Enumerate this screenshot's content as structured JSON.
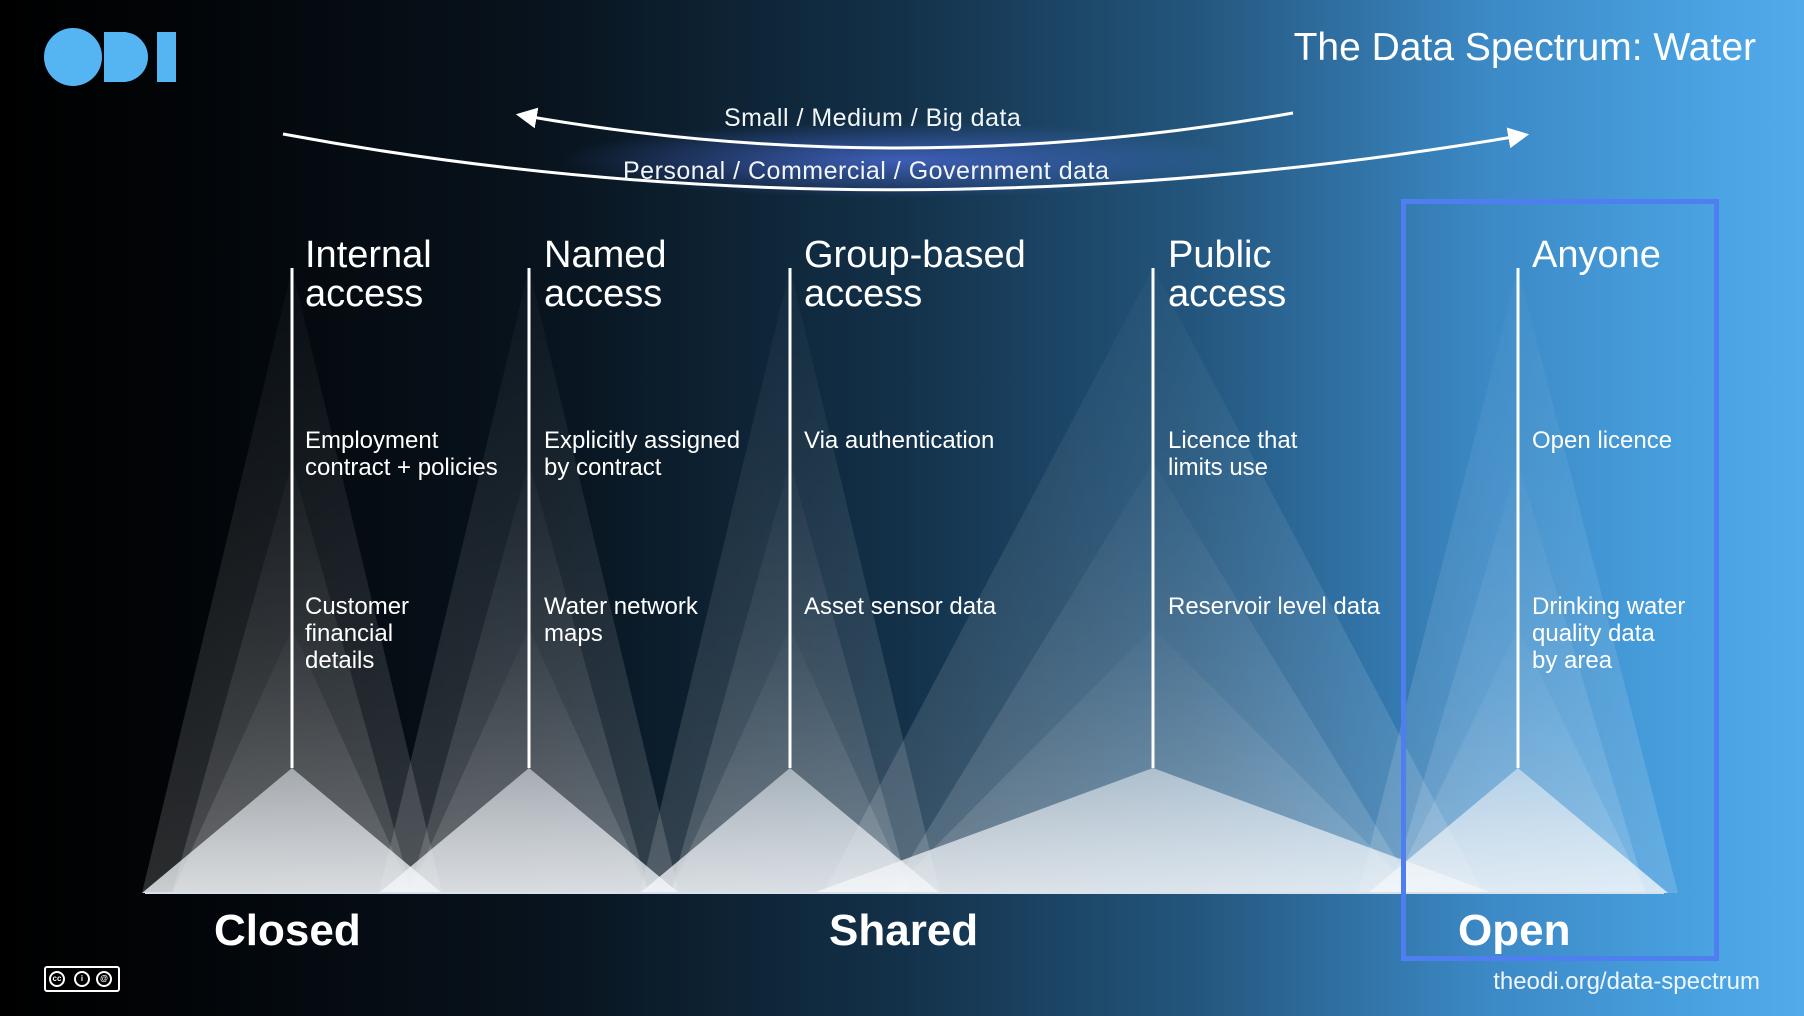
{
  "slide": {
    "title": "The Data Spectrum: Water",
    "logo": "ODI",
    "license_badge": "cc-by-sa-icon",
    "url": "theodi.org/data-spectrum"
  },
  "arrows": {
    "top": "Small  /  Medium  /  Big data",
    "bottom": "Personal  /  Commercial  /  Government data"
  },
  "columns": [
    {
      "heading": [
        "Internal",
        "access"
      ],
      "mechanism": [
        "Employment",
        "contract + policies"
      ],
      "example": [
        "Customer",
        "financial",
        "details"
      ]
    },
    {
      "heading": [
        "Named",
        "access"
      ],
      "mechanism": [
        "Explicitly assigned",
        "by contract"
      ],
      "example": [
        "Water network",
        "maps"
      ]
    },
    {
      "heading": [
        "Group-based",
        "access"
      ],
      "mechanism": [
        "Via authentication"
      ],
      "example": [
        "Asset sensor data"
      ]
    },
    {
      "heading": [
        "Public",
        "access"
      ],
      "mechanism": [
        "Licence that",
        "limits use"
      ],
      "example": [
        "Reservoir level data"
      ]
    },
    {
      "heading": [
        "Anyone"
      ],
      "mechanism": [
        "Open licence"
      ],
      "example": [
        "Drinking water",
        "quality data",
        "by area"
      ]
    }
  ],
  "spectrum": {
    "closed": "Closed",
    "shared": "Shared",
    "open": "Open"
  },
  "colors": {
    "highlight": "#4f7ef0",
    "background_left": "#000000",
    "background_right": "#52aaea",
    "logo": "#55b4f2"
  }
}
